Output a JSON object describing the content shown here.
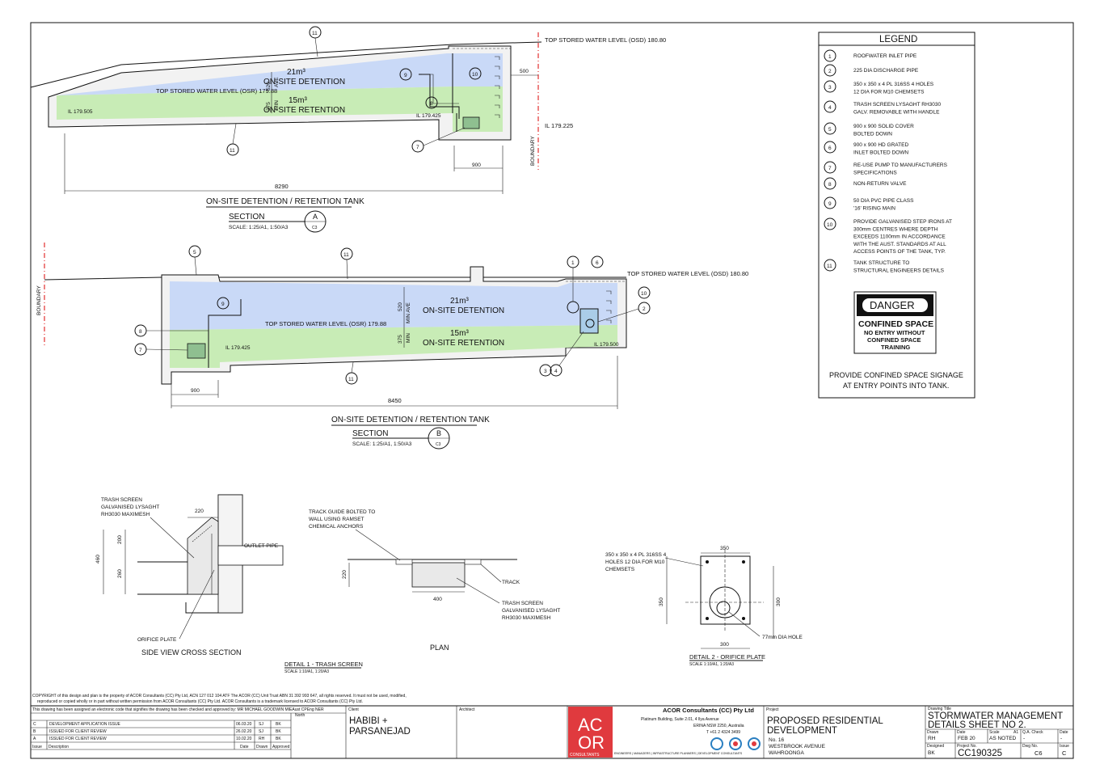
{
  "section_a": {
    "top_stored_osd": "TOP STORED WATER LEVEL (OSD) 180.80",
    "detention_volume": "21m³",
    "detention_label": "ON-SITE DETENTION",
    "osr_level": "TOP STORED WATER LEVEL (OSR) 179.88",
    "retention_volume": "15m³",
    "retention_label": "ON-SITE RETENTION",
    "il_left": "IL 179.505",
    "il_pump": "IL 179.425",
    "il_right": "IL 179.225",
    "dim_520": "520",
    "dim_ave": "AVE",
    "dim_375": "375",
    "dim_min": "MIN",
    "dim_500": "500",
    "dim_900": "900",
    "dim_total": "8290",
    "boundary": "BOUNDARY",
    "title": "ON-SITE DETENTION / RETENTION TANK",
    "section_word": "SECTION",
    "section_letter": "A",
    "section_sheet": "C3",
    "scale": "SCALE: 1:25/A1, 1:50/A3",
    "callouts": {
      "c11a": "11",
      "c9": "9",
      "c10": "10",
      "c8": "8",
      "c7": "7",
      "c11b": "11"
    }
  },
  "section_b": {
    "top_stored_osd": "TOP STORED WATER LEVEL (OSD) 180.80",
    "detention_volume": "21m³",
    "detention_label": "ON-SITE DETENTION",
    "osr_level": "TOP STORED WATER LEVEL (OSR) 179.88",
    "retention_volume": "15m³",
    "retention_label": "ON-SITE RETENTION",
    "il_pump": "IL 179.425",
    "il_right": "IL 179.500",
    "dim_520": "520",
    "dim_ave": "MIN  AVE",
    "dim_375": "375",
    "dim_min": "MIN",
    "dim_900": "900",
    "dim_total": "8450",
    "boundary": "BOUNDARY",
    "title": "ON-SITE DETENTION / RETENTION TANK",
    "section_word": "SECTION",
    "section_letter": "B",
    "section_sheet": "C3",
    "scale": "SCALE: 1:25/A1, 1:50/A3",
    "callouts": {
      "c5": "5",
      "c11a": "11",
      "c1": "1",
      "c6": "6",
      "c10": "10",
      "c2": "2",
      "c9": "9",
      "c8": "8",
      "c7": "7",
      "c3": "3",
      "c4": "4",
      "c11b": "11"
    }
  },
  "legend": {
    "title": "LEGEND",
    "items": [
      {
        "num": "1",
        "lines": [
          "ROOFWATER INLET PIPE"
        ]
      },
      {
        "num": "2",
        "lines": [
          "225 DIA DISCHARGE PIPE"
        ]
      },
      {
        "num": "3",
        "lines": [
          "350 x 350 x 4 PL 316SS 4 HOLES",
          "12 DIA FOR M10 CHEMSETS"
        ]
      },
      {
        "num": "4",
        "lines": [
          "TRASH SCREEN LYSAGHT RH3030",
          "GALV. REMOVABLE WITH HANDLE"
        ]
      },
      {
        "num": "5",
        "lines": [
          "900 x 900 SOLID COVER",
          "BOLTED DOWN"
        ]
      },
      {
        "num": "6",
        "lines": [
          "900 x 900 HD GRATED",
          "INLET BOLTED DOWN"
        ]
      },
      {
        "num": "7",
        "lines": [
          "RE-USE PUMP TO MANUFACTURERS",
          "SPECIFICATIONS"
        ]
      },
      {
        "num": "8",
        "lines": [
          "NON-RETURN VALVE"
        ]
      },
      {
        "num": "9",
        "lines": [
          "50 DIA PVC PIPE CLASS",
          "'16' RISING MAIN"
        ]
      },
      {
        "num": "10",
        "lines": [
          "PROVIDE GALVANISED STEP IRONS AT",
          "300mm CENTRES WHERE DEPTH",
          "EXCEEDS 1100mm IN ACCORDANCE",
          "WITH THE AUST. STANDARDS AT ALL",
          "ACCESS POINTS OF THE TANK, TYP."
        ]
      },
      {
        "num": "11",
        "lines": [
          "TANK STRUCTURE TO",
          "STRUCTURAL ENGINEERS DETAILS"
        ]
      }
    ],
    "danger": "DANGER",
    "confined": "CONFINED SPACE",
    "no_entry": "NO ENTRY WITHOUT",
    "confined2": "CONFINED SPACE",
    "training": "TRAINING",
    "signage_1": "PROVIDE CONFINED SPACE SIGNAGE",
    "signage_2": "AT ENTRY POINTS INTO TANK."
  },
  "detail1": {
    "trash1": "TRASH SCREEN",
    "trash2": "GALVANISED LYSAGHT",
    "trash3": "RH3030 MAXIMESH",
    "dim_220": "220",
    "dim_200": "200",
    "dim_460": "460",
    "dim_260": "260",
    "outlet": "OUTLET PIPE",
    "orifice": "ORIFICE PLATE",
    "side_view": "SIDE VIEW CROSS SECTION",
    "track_guide1": "TRACK GUIDE BOLTED TO",
    "track_guide2": "WALL USING RAMSET",
    "track_guide3": "CHEMICAL ANCHORS",
    "plan_220": "220",
    "track": "TRACK",
    "plan_trash1": "TRASH SCREEN",
    "plan_trash2": "GALVANISED LYSAGHT",
    "plan_trash3": "RH3030 MAXIMESH",
    "plan_400": "400",
    "plan": "PLAN",
    "title": "DETAIL 1 - TRASH SCREEN",
    "scale": "SCALE 1:10/A1, 1:20/A3"
  },
  "detail2": {
    "plate1": "350 x 350 x 4 PL 316SS 4",
    "plate2": "HOLES 12 DIA FOR M10",
    "plate3": "CHEMSETS",
    "dim_top": "350",
    "dim_left": "350",
    "dim_right": "300",
    "dim_bottom": "300",
    "hole": "77mm DIA HOLE",
    "title": "DETAIL 2 - ORIFICE PLATE",
    "scale": "SCALE 1:10/A1, 1:20/A3"
  },
  "copyright_1": "COPYRIGHT of this design and plan is the property of ACOR Consultants (CC) Pty Ltd, ACN 127 012 104 ATF The ACOR (CC) Unit Trust ABN 31 392 993 647, all rights reserved. It must not be used, modified,",
  "copyright_2": "reproduced or copied wholly or in part without written permission from ACOR Consultants (CC) Pty Ltd. ACOR Consultants is a trademark licensed to ACOR Consultants (CC) Pty Ltd.",
  "electronic_note": "This drawing has been assigned an electronic code that signifies the drawing has been checked and approved by:  MR MICHAEL GOODWIN MIEAust CPEng NER",
  "revisions": [
    {
      "issue": "C",
      "desc": "DEVELOPMENT APPLICATION ISSUE",
      "date": "06.03.20",
      "drawn": "SJ",
      "approved": "BK"
    },
    {
      "issue": "B",
      "desc": "ISSUED FOR CLIENT REVIEW",
      "date": "26.02.20",
      "drawn": "SJ",
      "approved": "BK"
    },
    {
      "issue": "A",
      "desc": "ISSUED FOR CLIENT REVIEW",
      "date": "10.02.20",
      "drawn": "RH",
      "approved": "BK"
    }
  ],
  "rev_headers": {
    "issue": "Issue",
    "desc": "Description",
    "date": "Date",
    "drawn": "Drawn",
    "approved": "Approved"
  },
  "north": "North",
  "client_label": "Client",
  "client_1": "HABIBI +",
  "client_2": "PARSANEJAD",
  "architect_label": "Architect",
  "logo_1": "AC",
  "logo_2": "OR",
  "logo_sub": "CONSULTANTS",
  "company": "ACOR Consultants (CC) Pty Ltd",
  "address_1": "Platinum Building, Suite 2.01, 4 Ilya Avenue",
  "address_2": "ERINA NSW 2250, Australia",
  "phone": "T +61 2 4324 3499",
  "disciplines": "ENGINEERS | MANAGERS | INFRASTRUCTURE PLANNERS | DEVELOPMENT CONSULTANTS",
  "project_label": "Project",
  "project_1": "PROPOSED RESIDENTIAL",
  "project_2": "DEVELOPMENT",
  "address_proj_1": "No. 16",
  "address_proj_2": "WESTBROOK AVENUE",
  "address_proj_3": "WAHROONGA",
  "drawing_title_label": "Drawing Title",
  "drawing_title_1": "STORMWATER MANAGEMENT",
  "drawing_title_2": "DETAILS SHEET NO 2.",
  "tb": {
    "drawn_l": "Drawn",
    "drawn": "RH",
    "date_l": "Date",
    "date": "FEB 20",
    "scale_l": "Scale",
    "scale_a": "A1",
    "scale": "AS NOTED",
    "qa_l": "Q.A. Check",
    "qa": "-",
    "date2_l": "Date",
    "date2": "-",
    "designed_l": "Designed",
    "designed": "BK",
    "proj_no_l": "Project No.",
    "proj_no": "CC190325",
    "dwg_no_l": "Dwg No.",
    "dwg_no": "C6",
    "issue_l": "Issue",
    "issue": "C"
  },
  "colors": {
    "detention": "#c9d9f7",
    "retention": "#c8ecb6",
    "boundary": "#e23030",
    "logo": "#e03a3e"
  }
}
